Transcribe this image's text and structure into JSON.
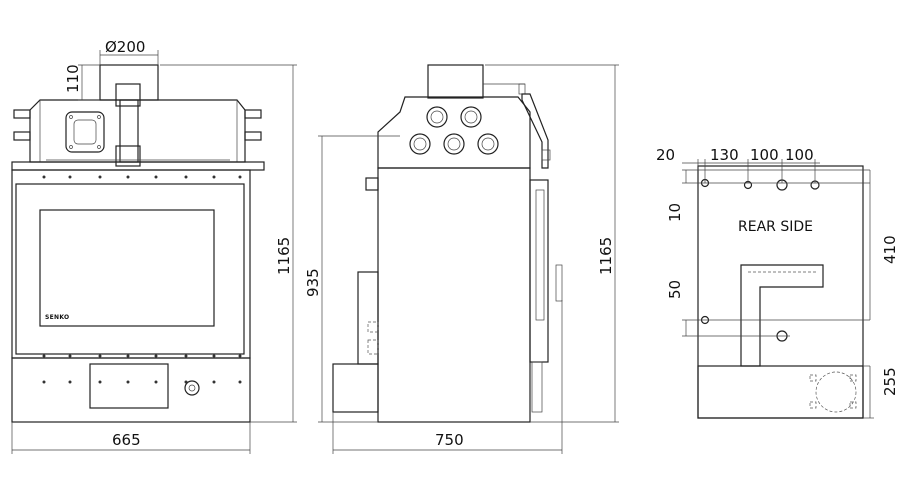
{
  "front_view": {
    "flue_diameter": "Ø200",
    "flue_height": "110",
    "total_height": "1165",
    "width": "665",
    "brand": "SENKO"
  },
  "side_view": {
    "lower_height": "935",
    "total_height": "1165",
    "depth": "750"
  },
  "rear_view": {
    "title": "REAR SIDE",
    "spacing_1": "20",
    "spacing_2": "130",
    "spacing_3": "100",
    "spacing_4": "100",
    "top_offset": "10",
    "right_height": "410",
    "mid_offset": "50",
    "base_height": "255"
  }
}
